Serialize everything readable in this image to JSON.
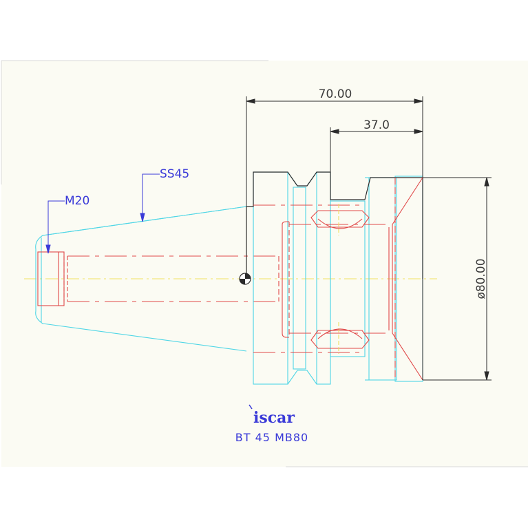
{
  "dimensions": {
    "overall_length": "70.00",
    "flange_offset": "37.0",
    "diameter": "ø80.00"
  },
  "callouts": {
    "taper": "SS45",
    "thread": "M20"
  },
  "brand": {
    "logo": "iscar",
    "model": "BT 45 MB80"
  },
  "colors": {
    "paper": "#fbfbf3",
    "outline": "#4fd6e6",
    "hidden": "#e04848",
    "centerline": "#f0e060",
    "dimension": "#2b2b2b",
    "callout": "#3a3ad8"
  }
}
